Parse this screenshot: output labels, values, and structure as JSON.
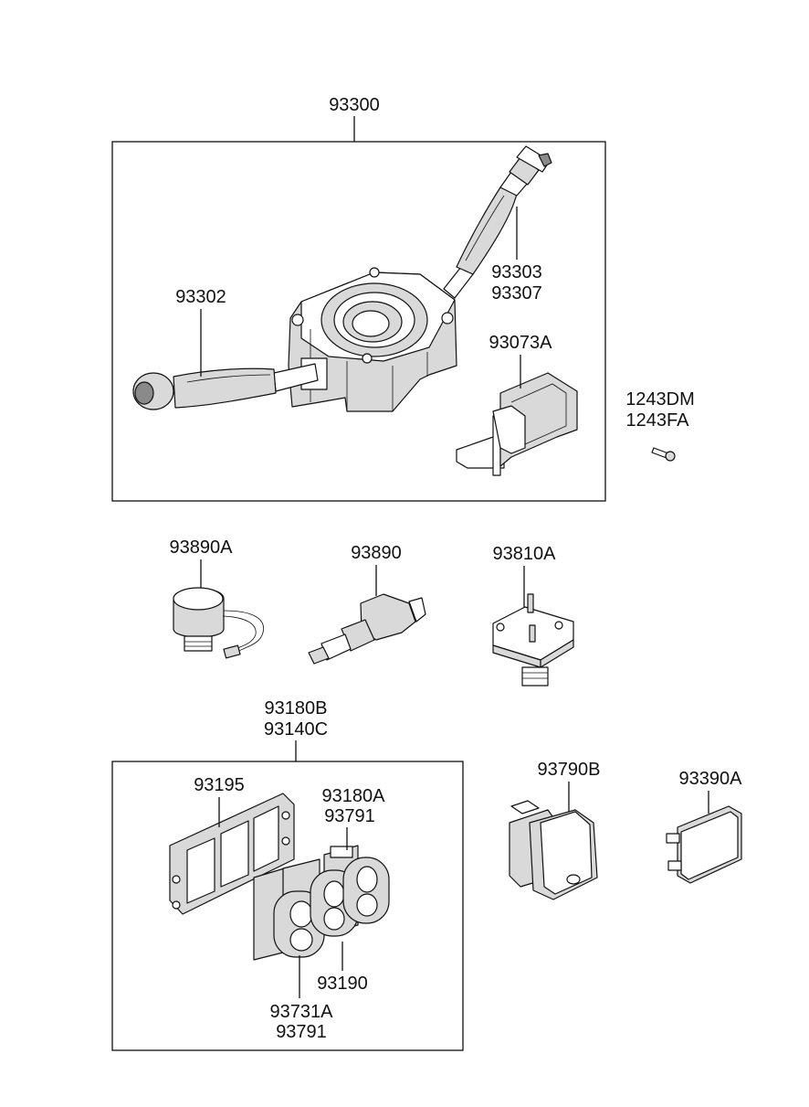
{
  "labels": {
    "l93300": "93300",
    "l93303": "93303",
    "l93307": "93307",
    "l93302": "93302",
    "l93073a": "93073A",
    "l1243dm": "1243DM",
    "l1243fa": "1243FA",
    "l93890a": "93890A",
    "l93890": "93890",
    "l93810a": "93810A",
    "l93180b": "93180B",
    "l93140c": "93140C",
    "l93195": "93195",
    "l93180a": "93180A",
    "l93791a": "93791",
    "l93190": "93190",
    "l93731a": "93731A",
    "l93791b": "93791",
    "l93790b": "93790B",
    "l93390a": "93390A"
  }
}
